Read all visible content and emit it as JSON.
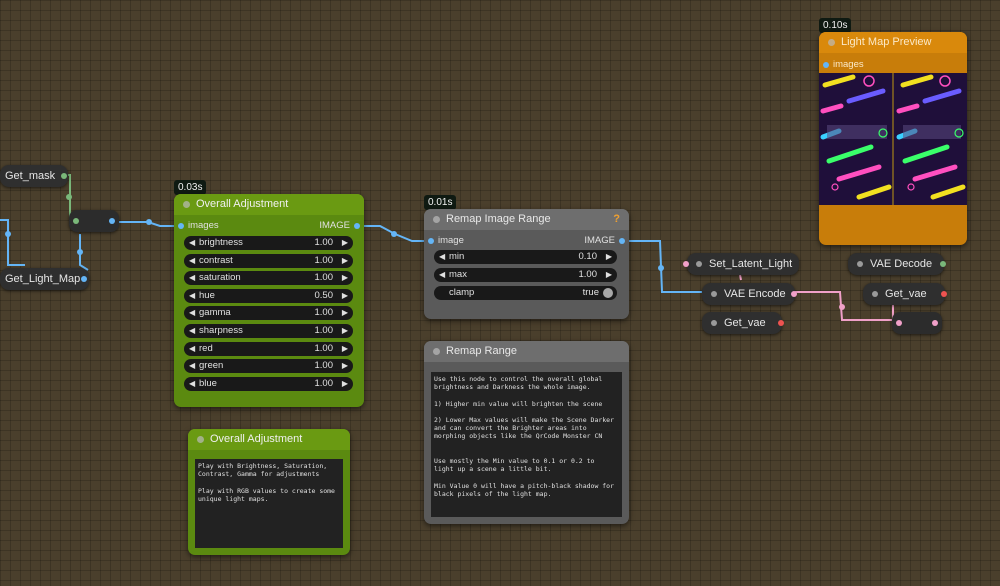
{
  "badges": {
    "overall": "0.03s",
    "remap": "0.01s",
    "preview": "0.10s"
  },
  "getters": {
    "get_mask": "Get_mask",
    "get_light_map": "Get_Light_Map",
    "set_latent_light": "Set_Latent_Light",
    "vae_encode": "VAE Encode",
    "get_vae_left": "Get_vae",
    "vae_decode": "VAE Decode",
    "get_vae_right": "Get_vae"
  },
  "overall": {
    "title": "Overall Adjustment",
    "input": "images",
    "output": "IMAGE",
    "widgets": [
      {
        "label": "brightness",
        "value": "1.00"
      },
      {
        "label": "contrast",
        "value": "1.00"
      },
      {
        "label": "saturation",
        "value": "1.00"
      },
      {
        "label": "hue",
        "value": "0.50"
      },
      {
        "label": "gamma",
        "value": "1.00"
      },
      {
        "label": "sharpness",
        "value": "1.00"
      },
      {
        "label": "red",
        "value": "1.00"
      },
      {
        "label": "green",
        "value": "1.00"
      },
      {
        "label": "blue",
        "value": "1.00"
      }
    ]
  },
  "remap": {
    "title": "Remap Image Range",
    "help": "?",
    "input": "image",
    "output": "IMAGE",
    "min_label": "min",
    "min_value": "0.10",
    "max_label": "max",
    "max_value": "1.00",
    "clamp_label": "clamp",
    "clamp_value": "true"
  },
  "preview": {
    "title": "Light Map Preview",
    "input": "images"
  },
  "note_overall": {
    "title": "Overall Adjustment",
    "text": "Play with Brightness, Saturation,\nContrast, Gamma for adjustments\n\nPlay with RGB values to create some\nunique light maps."
  },
  "note_remap": {
    "title": "Remap Range",
    "text": "Use this node to control the overall global\nbrightness and Darkness the whole image.\n\n1) Higher min value will brighten the scene\n\n2) Lower Max values will make the Scene Darker\nand can convert the Brighter areas into\nmorphing objects like the QrCode Monster CN\n\n\nUse mostly the Min value to 0.1 or 0.2 to\nlight up a scene a little bit.\n\nMin Value 0 will have a pitch-black shadow for\nblack pixels of the light map."
  },
  "colors": {
    "wire_blue": "#64b5f6",
    "wire_green": "#7ab87a",
    "wire_pink": "#f0a0c8",
    "green_node": "#6a9a12",
    "orange_node": "#c87d0a"
  }
}
